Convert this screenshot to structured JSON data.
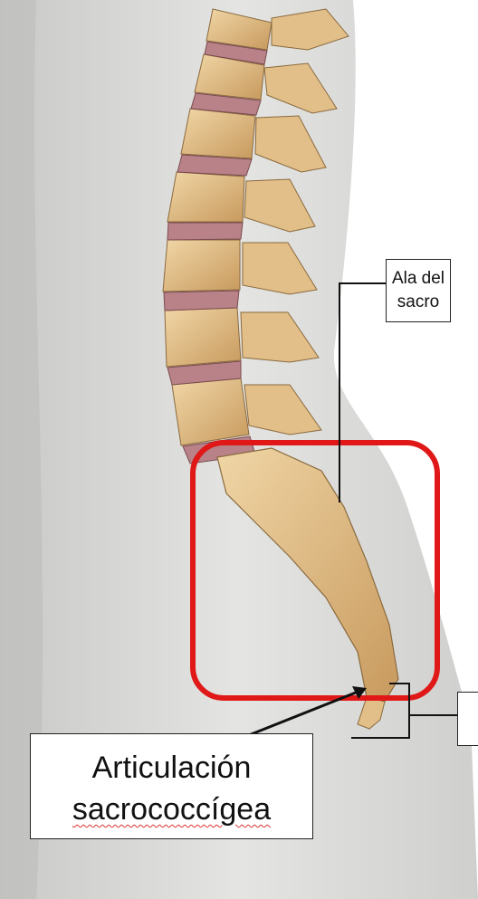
{
  "labels": {
    "ala_del_sacro_line1": "Ala del",
    "ala_del_sacro_line2": "sacro",
    "articulacion_line1": "Articulación",
    "articulacion_line2": "sacrococcígea"
  },
  "colors": {
    "highlight": "#e01818",
    "bone": "#d9b27a",
    "disc": "#b07a80",
    "background": "#d6d6d4"
  }
}
